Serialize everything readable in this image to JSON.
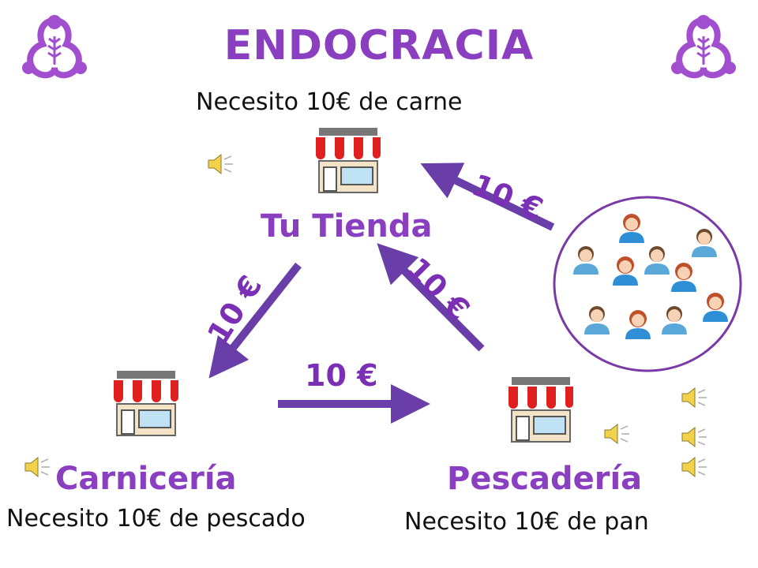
{
  "title": "ENDOCRACIA",
  "colors": {
    "accent": "#8a3fc0",
    "arrow": "#6a3ea8",
    "awning": "#e02020"
  },
  "stores": {
    "tu_tienda": {
      "name": "Tu Tienda",
      "need": "Necesito 10€ de carne"
    },
    "carniceria": {
      "name": "Carnicería",
      "need": "Necesito 10€ de pescado"
    },
    "pescaderia": {
      "name": "Pescadería",
      "need": "Necesito 10€ de pan"
    }
  },
  "flows": {
    "customers_to_tienda": "10 €",
    "tienda_to_carniceria": "10 €",
    "carniceria_to_pescaderia": "10 €",
    "pescaderia_to_tienda": "10 €"
  },
  "icons": [
    "logo-icon",
    "store-icon",
    "speaker-icon",
    "people-icon"
  ]
}
